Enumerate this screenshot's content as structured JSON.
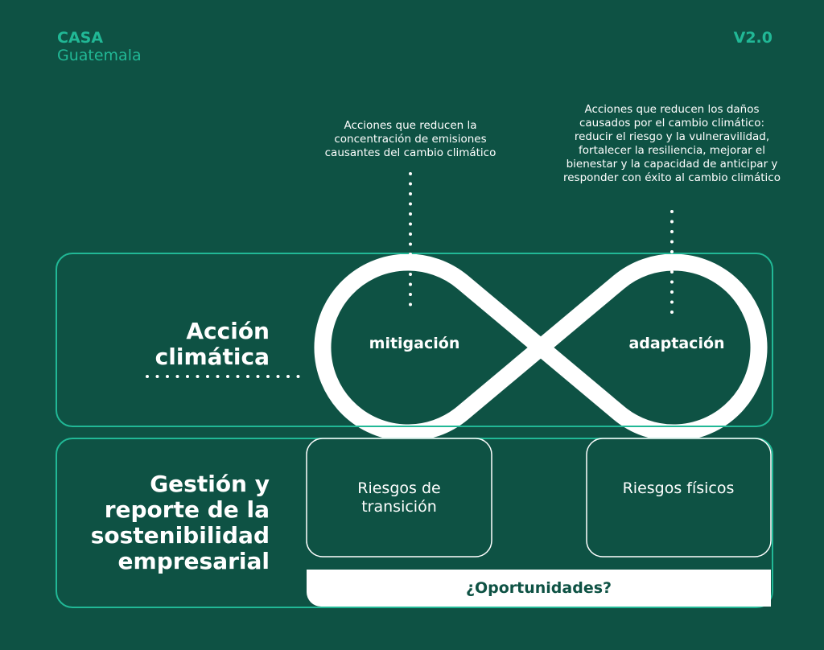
{
  "header": {
    "brand_line1": "CASA",
    "brand_line2": "Guatemala",
    "version": "V2.0"
  },
  "descriptions": {
    "mitigation": "Acciones que reducen la concentración de emisiones causantes del cambio climático",
    "adaptation": "Acciones que reducen los daños causados por el cambio climático: reducir el riesgo y la vulneravilidad, fortalecer la resiliencia, mejorar el bienestar y la capacidad de anticipar y responder con éxito al cambio climático"
  },
  "infinity": {
    "left_label": "mitigación",
    "right_label": "adaptación"
  },
  "sections": {
    "climate_action": "Acción climática",
    "management": "Gestión y reporte de la sostenibilidad empresarial"
  },
  "risks": {
    "transition": "Riesgos de transición",
    "physical": "Riesgos físicos"
  },
  "opportunities": "¿Oportunidades?",
  "colors": {
    "background": "#0e5244",
    "accent": "#21b896",
    "white": "#ffffff"
  }
}
